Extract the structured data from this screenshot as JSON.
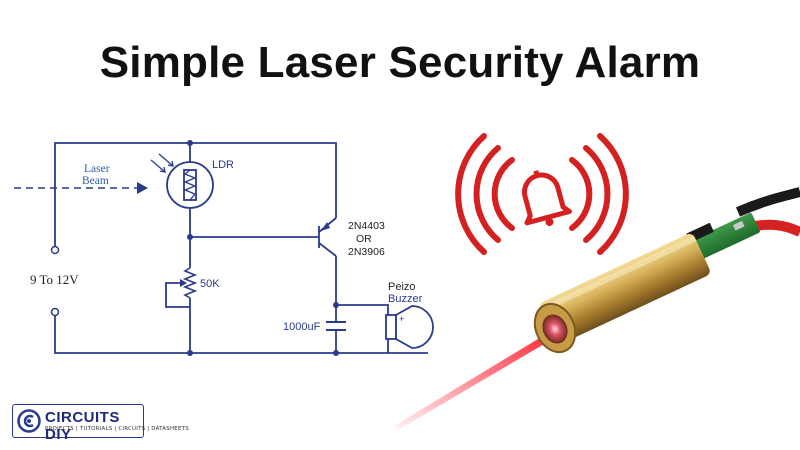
{
  "title": "Simple Laser Security Alarm",
  "circuit": {
    "laser_beam_label": [
      "Laser",
      "Beam"
    ],
    "ldr_label": "LDR",
    "transistor_label": [
      "2N4403",
      "OR",
      "2N3906"
    ],
    "supply_label": "9 To 12V",
    "pot_label": "50K",
    "cap_label": "1000uF",
    "buzzer_label": [
      "Peizo",
      "Buzzer"
    ]
  },
  "logo": {
    "name": "CIRCUITS DIY",
    "tagline": "PROJECTS | TUTORIALS | CIRCUITS | DATASHEETS"
  },
  "colors": {
    "wire": "#2a3a8c",
    "alarm_red": "#d42020",
    "laser_brass": "#c9a04a",
    "beam": "#e02030",
    "title": "#111111"
  }
}
